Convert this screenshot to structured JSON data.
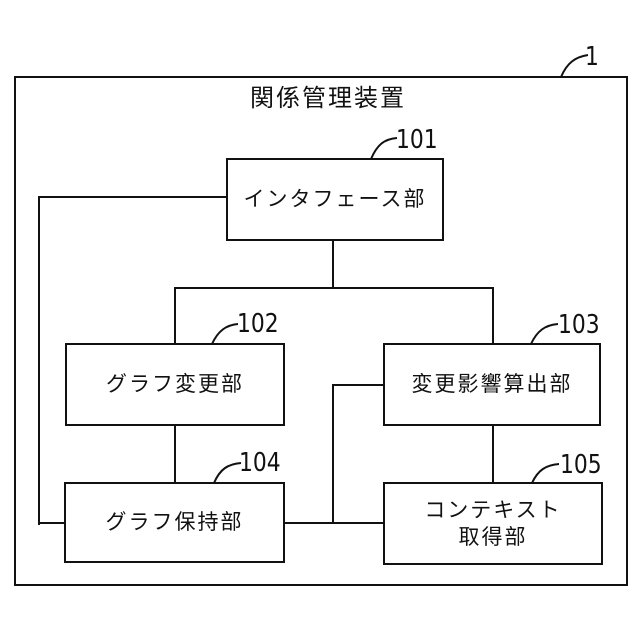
{
  "figure": {
    "device_ref": "1",
    "device_title": "関係管理装置",
    "blocks": [
      {
        "id": "101",
        "label": "インタフェース部"
      },
      {
        "id": "102",
        "label": "グラフ変更部"
      },
      {
        "id": "103",
        "label": "変更影響算出部"
      },
      {
        "id": "104",
        "label": "グラフ保持部"
      },
      {
        "id": "105",
        "label_line1": "コンテキスト",
        "label_line2": "取得部"
      }
    ]
  }
}
